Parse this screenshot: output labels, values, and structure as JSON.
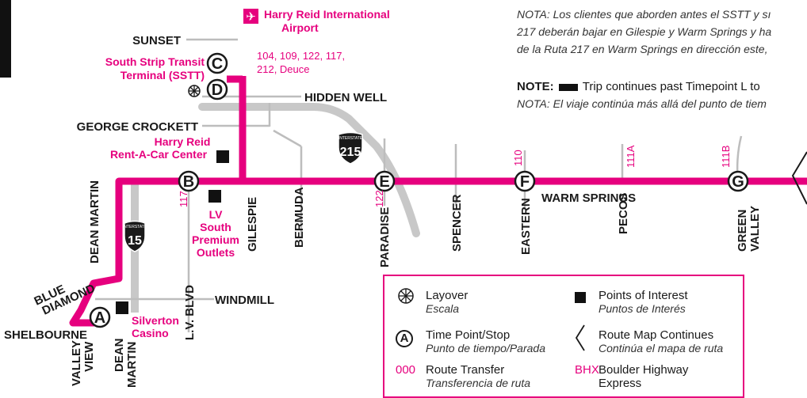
{
  "map": {
    "airport": "Harry Reid International Airport",
    "airport_l1": "Harry Reid International",
    "airport_l2": "Airport",
    "transit_terminal_l1": "South Strip Transit",
    "transit_terminal_l2": "Terminal (SSTT)",
    "transfer_routes_sstt_l1": "104, 109, 122, 117,",
    "transfer_routes_sstt_l2": "212, Deuce",
    "rent_a_car_l1": "Harry Reid",
    "rent_a_car_l2": "Rent-A-Car Center",
    "outlets_l1": "LV",
    "outlets_l2": "South",
    "outlets_l3": "Premium",
    "outlets_l4": "Outlets",
    "silverton_l1": "Silverton",
    "silverton_l2": "Casino",
    "streets": {
      "sunset": "SUNSET",
      "hidden_well": "HIDDEN WELL",
      "george_crockett": "GEORGE CROCKETT",
      "dean_martin": "DEAN MARTIN",
      "gilespie": "GILESPIE",
      "bermuda": "BERMUDA",
      "paradise": "PARADISE",
      "spencer": "SPENCER",
      "eastern": "EASTERN",
      "warm_springs": "WARM SPRINGS",
      "pecos": "PECOS",
      "green_valley_l1": "GREEN",
      "green_valley_l2": "VALLEY",
      "windmill": "WINDMILL",
      "blue_diamond_l1": "BLUE",
      "blue_diamond_l2": "DIAMOND",
      "shelbourne": "SHELBOURNE",
      "valley_view_l1": "VALLEY",
      "valley_view_l2": "VIEW",
      "dean_martin_bottom_l1": "DEAN",
      "dean_martin_bottom_l2": "MARTIN",
      "lv_blvd": "L.V. BLVD"
    },
    "interstates": {
      "i215": "215",
      "i15": "15",
      "shield_label": "INTERSTATE"
    },
    "route_transfers": {
      "b": "117",
      "e": "122",
      "f": "110",
      "pecos": "111A",
      "g": "111B"
    },
    "timepoints": [
      "A",
      "B",
      "C",
      "D",
      "E",
      "F",
      "G"
    ]
  },
  "notes": {
    "es_line1": "NOTA: Los clientes que aborden antes el SSTT y sı",
    "es_line2": "217 deberán bajar en Gilespie y Warm Springs y ha",
    "es_line3": "de la Ruta 217 en Warm Springs en dirección este,",
    "note_label": "NOTE:",
    "note_text": "Trip continues past Timepoint L to",
    "note_es": "NOTA: El viaje continúa más allá del punto de tiem"
  },
  "legend": {
    "layover": "Layover",
    "layover_es": "Escala",
    "timepoint": "Time Point/Stop",
    "timepoint_es": "Punto de tiempo/Parada",
    "timepoint_symbol": "A",
    "transfer_symbol": "000",
    "transfer": "Route Transfer",
    "transfer_es": "Transferencia de ruta",
    "poi": "Points of Interest",
    "poi_es": "Puntos de Interés",
    "continues": "Route Map Continues",
    "continues_es": "Continúa el mapa de ruta",
    "bhx_symbol": "BHX",
    "bhx_l1": "Boulder Highway",
    "bhx_l2": "Express"
  },
  "colors": {
    "route": "#e6007e",
    "street": "#bdbdbd",
    "freeway": "#c8c8c8",
    "text": "#1a1a1a"
  },
  "icons": [
    "airplane-icon",
    "layover-icon",
    "poi-square-icon",
    "interstate-shield-icon",
    "route-continues-icon"
  ]
}
